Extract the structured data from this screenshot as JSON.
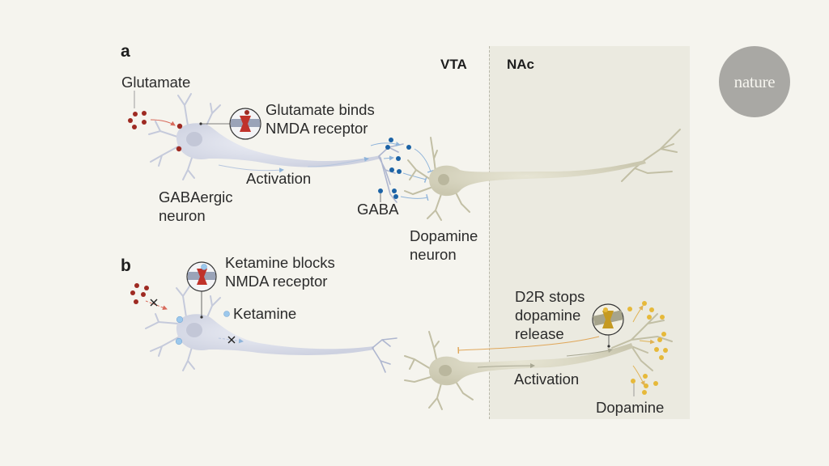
{
  "figure": {
    "panels": {
      "a": {
        "letter": "a"
      },
      "b": {
        "letter": "b"
      }
    },
    "regions": {
      "left": "VTA",
      "right": "NAc"
    },
    "logo": {
      "text": "nature"
    },
    "labels_a": {
      "glutamate": "Glutamate",
      "binding_line1": "Glutamate binds",
      "binding_line2": "NMDA receptor",
      "activation": "Activation",
      "gaba_neuron_line1": "GABAergic",
      "gaba_neuron_line2": "neuron",
      "gaba": "GABA",
      "dopamine_neuron_line1": "Dopamine",
      "dopamine_neuron_line2": "neuron"
    },
    "labels_b": {
      "block_line1": "Ketamine blocks",
      "block_line2": "NMDA receptor",
      "ketamine": "Ketamine",
      "d2r_line1": "D2R stops",
      "d2r_line2": "dopamine",
      "d2r_line3": "release",
      "activation": "Activation",
      "dopamine": "Dopamine"
    },
    "colors": {
      "background": "#f5f4ee",
      "nac_panel": "#ebeae0",
      "gaba_neuron": "#d6d9e6",
      "dopamine_neuron": "#d2d0bb",
      "glutamate": "#9e2a22",
      "gaba": "#1c63a6",
      "ketamine": "#9cc8ec",
      "dopamine": "#e6b93a",
      "receptor_red": "#c0322b",
      "receptor_gold": "#c59a22"
    }
  }
}
